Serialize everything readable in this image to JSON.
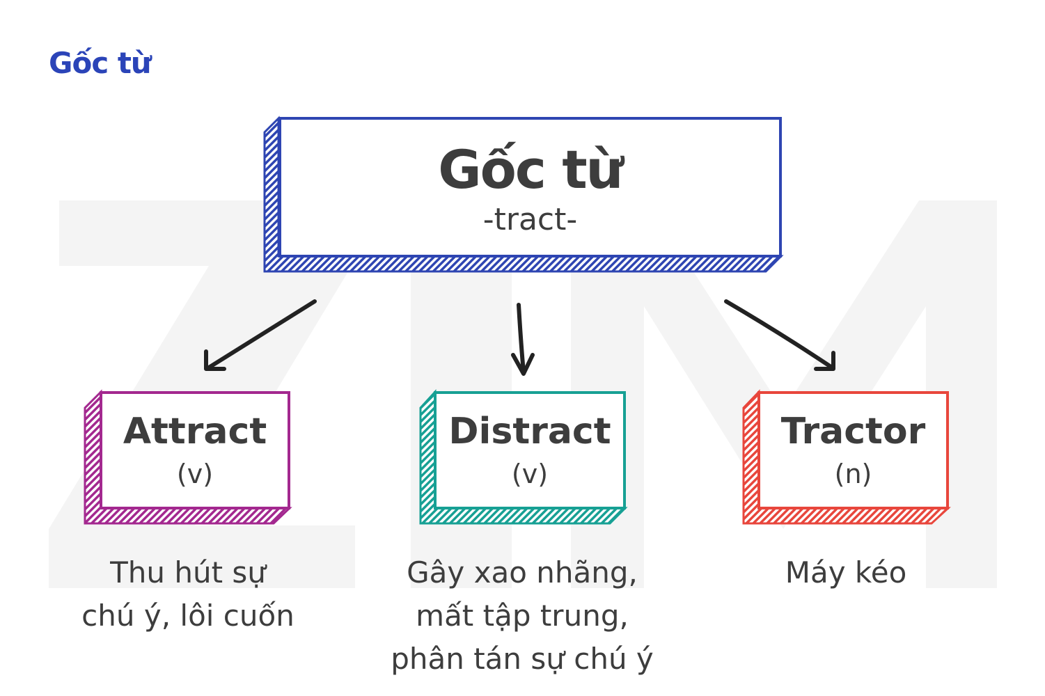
{
  "heading": "Gốc từ",
  "watermark": "ZIM",
  "root": {
    "title": "Gốc từ",
    "subtitle": "-tract-"
  },
  "children": [
    {
      "word": "Attract",
      "pos": "(v)",
      "meaning_lines": [
        "Thu hút sự",
        "chú ý, lôi cuốn"
      ]
    },
    {
      "word": "Distract",
      "pos": "(v)",
      "meaning_lines": [
        "Gây xao nhãng,",
        "mất tập trung,",
        "phân tán sự chú ý"
      ]
    },
    {
      "word": "Tractor",
      "pos": "(n)",
      "meaning_lines": [
        "Máy kéo"
      ]
    }
  ],
  "colors": {
    "heading": "#2b44b8",
    "root_border": "#2e45b2",
    "attract": "#a3288f",
    "distract": "#17a094",
    "tractor": "#e8463c",
    "text": "#3d3d3d",
    "watermark": "#f4f4f4",
    "arrow": "#222222"
  }
}
